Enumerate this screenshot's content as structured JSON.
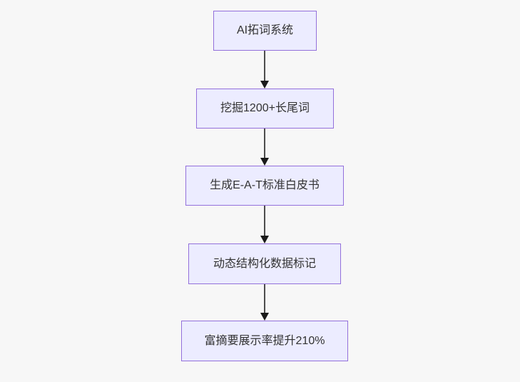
{
  "flowchart": {
    "type": "flowchart",
    "direction": "top-down",
    "nodes": [
      {
        "id": "n1",
        "label": "AI拓词系统"
      },
      {
        "id": "n2",
        "label": "挖掘1200+长尾词"
      },
      {
        "id": "n3",
        "label": "生成E-A-T标准白皮书"
      },
      {
        "id": "n4",
        "label": "动态结构化数据标记"
      },
      {
        "id": "n5",
        "label": "富摘要展示率提升210%"
      }
    ],
    "edges": [
      {
        "from": "n1",
        "to": "n2",
        "style": "arrow-down"
      },
      {
        "from": "n2",
        "to": "n3",
        "style": "arrow-down"
      },
      {
        "from": "n3",
        "to": "n4",
        "style": "arrow-down"
      },
      {
        "from": "n4",
        "to": "n5",
        "style": "arrow-down"
      }
    ],
    "colors": {
      "node_fill": "#ececff",
      "node_border": "#9370db",
      "node_text": "#333333",
      "edge_line": "#4d4d4d",
      "arrowhead": "#1a1a1a",
      "background": "#f7f7f7"
    }
  }
}
